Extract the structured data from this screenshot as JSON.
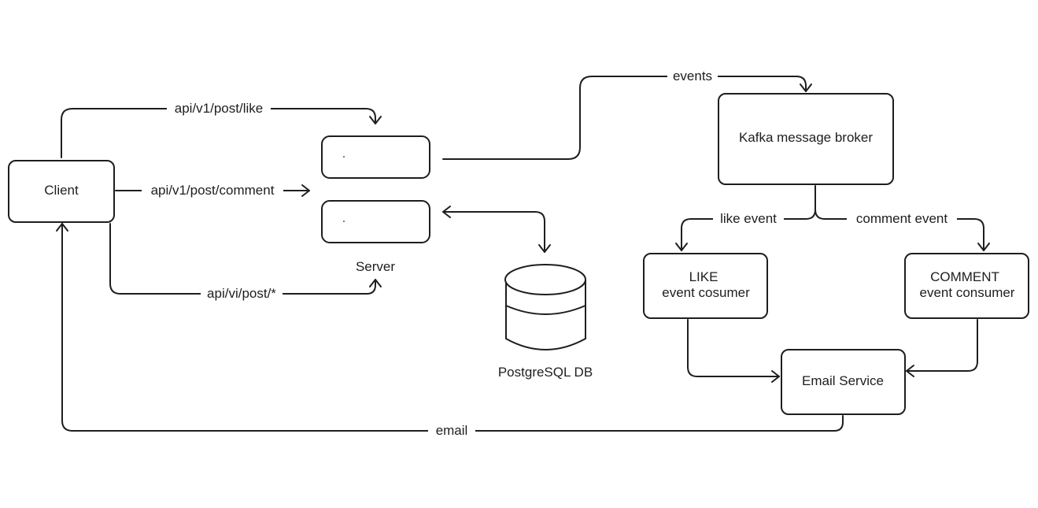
{
  "nodes": {
    "client": "Client",
    "server": "Server",
    "database": "PostgreSQL DB",
    "kafka": "Kafka message broker",
    "like_consumer": [
      "LIKE",
      "event cosumer"
    ],
    "comment_consumer": [
      "COMMENT",
      "event consumer"
    ],
    "email_service": "Email Service"
  },
  "edges": {
    "like_api": "api/v1/post/like",
    "comment_api": "api/v1/post/comment",
    "all_api": "api/vi/post/*",
    "events": "events",
    "like_event": "like event",
    "comment_event": "comment event",
    "email": "email"
  },
  "colors": {
    "stroke": "#1e1e1e",
    "background": "#ffffff"
  }
}
